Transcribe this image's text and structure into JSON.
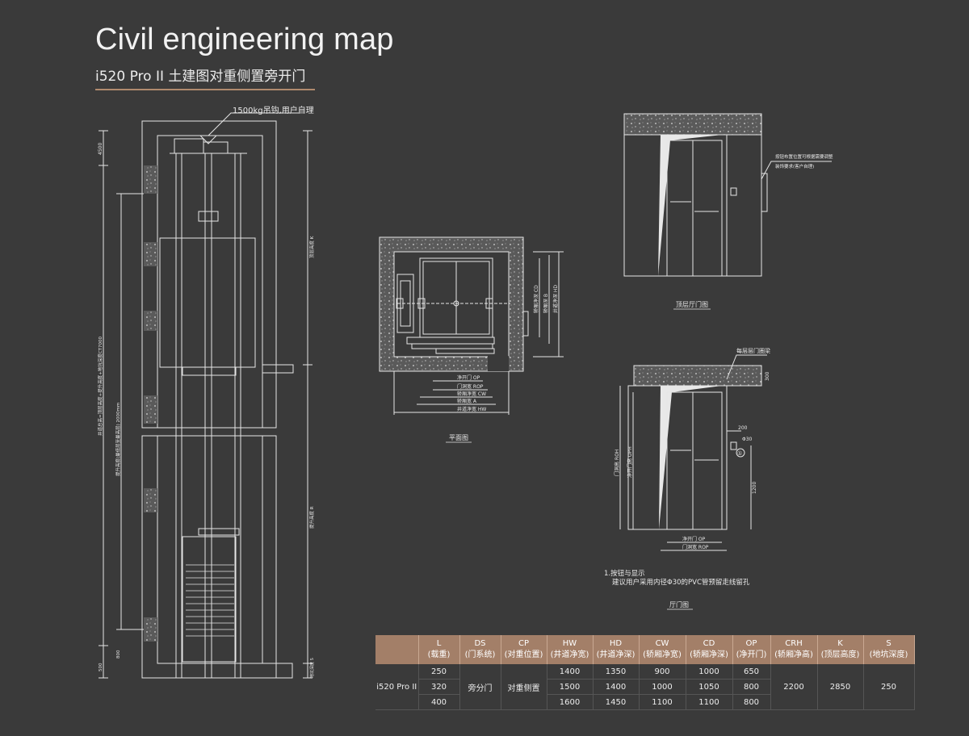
{
  "header": {
    "title": "Civil engineering map",
    "subtitle": "i520 Pro II   土建图对重侧置旁开门"
  },
  "section": {
    "hook_label": "1500kg吊钩,用户自理",
    "dim_top": "4500",
    "dim_total": "井道总高=顶层高度+提升高度+地坑深度CT7000",
    "dim_travel": "提升高度(最低层至最高层) 2000mm",
    "dim_top_k": "顶层高度 K",
    "dim_r": "提升高度 R",
    "dim_s": "地坑深度 S",
    "dim_800": "800",
    "dim_500": "500"
  },
  "plan": {
    "caption": "平面图",
    "dims": [
      "净开门 OP",
      "门洞宽 ROP",
      "轿厢净宽 CW",
      "轿厢宽 A",
      "井道净宽 HW"
    ],
    "dims_v": [
      "轿厢净深 CD",
      "轿厢深 B",
      "井道净深 HD"
    ]
  },
  "top_door": {
    "caption": "顶层厅门图",
    "note1": "按钮布置位置可根据需要调整",
    "note2": "装饰要求(客户自理)"
  },
  "landing_door": {
    "caption": "厅门图",
    "callout": "每层层门圈梁",
    "dim_300": "300",
    "dim_200": "200",
    "dim_phi": "Φ30",
    "dim_1200": "1200",
    "marker": "①",
    "dim_rop": "门洞高 ROH",
    "dim_oph": "净开门高 OPH",
    "dim_op": "净开门 OP",
    "dim_rop_w": "门洞宽 ROP"
  },
  "notes": {
    "line1": "1.按钮与显示",
    "line2": "建议用户采用内径Φ30的PVC管预留走线留孔"
  },
  "table": {
    "headers": [
      {
        "code": "L",
        "name": "(载重)"
      },
      {
        "code": "DS",
        "name": "(门系统)"
      },
      {
        "code": "CP",
        "name": "(对重位置)"
      },
      {
        "code": "HW",
        "name": "(井道净宽)"
      },
      {
        "code": "HD",
        "name": "(井道净深)"
      },
      {
        "code": "CW",
        "name": "(轿厢净宽)"
      },
      {
        "code": "CD",
        "name": "(轿厢净深)"
      },
      {
        "code": "OP",
        "name": "(净开门)"
      },
      {
        "code": "CRH",
        "name": "(轿厢净高)"
      },
      {
        "code": "K",
        "name": "(顶层高度)"
      },
      {
        "code": "S",
        "name": "(地坑深度)"
      }
    ],
    "model": "i520 Pro II",
    "ds": "旁分门",
    "cp": "对重侧置",
    "crh": "2200",
    "k": "2850",
    "s": "250",
    "rows": [
      {
        "l": "250",
        "hw": "1400",
        "hd": "1350",
        "cw": "900",
        "cd": "1000",
        "op": "650"
      },
      {
        "l": "320",
        "hw": "1500",
        "hd": "1400",
        "cw": "1000",
        "cd": "1050",
        "op": "800"
      },
      {
        "l": "400",
        "hw": "1600",
        "hd": "1450",
        "cw": "1100",
        "cd": "1100",
        "op": "800"
      }
    ]
  },
  "colors": {
    "background": "#3a3a3a",
    "accent": "#a37f68",
    "line": "#e8e8e8"
  }
}
